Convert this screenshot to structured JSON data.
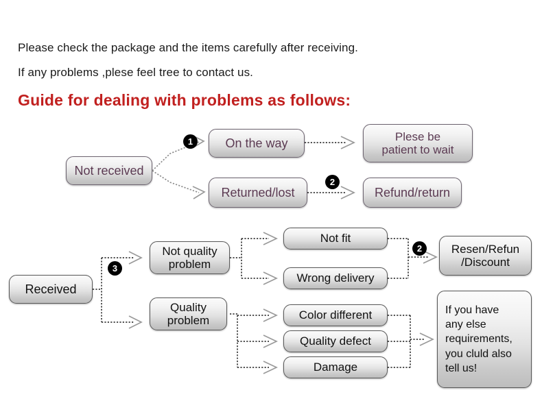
{
  "intro": {
    "line1": "Please check the package and the items carefully after receiving.",
    "line2": "If any problems ,plese feel tree to contact us.",
    "heading": "Guide for dealing with problems as follows:"
  },
  "colors": {
    "heading_red": "#c1201f",
    "node_text_purple": "#5b3a52",
    "node_text_black": "#111111",
    "node_border": "#6d6470",
    "badge_fill": "#000000",
    "connector": "#3b3b3b"
  },
  "flow_top": {
    "source": {
      "label": "Not received"
    },
    "branches": [
      {
        "badge": "1",
        "condition": "On the way",
        "outcome_line1": "Plese be",
        "outcome_line2": "patient to wait"
      },
      {
        "badge": "2",
        "condition": "Returned/lost",
        "outcome": "Refund/return"
      }
    ]
  },
  "flow_bottom": {
    "source": {
      "label": "Received"
    },
    "badge_split": "3",
    "badge_merge": "2",
    "categories": [
      {
        "label_line1": "Not quality",
        "label_line2": "problem"
      },
      {
        "label_line1": "Quality",
        "label_line2": "problem"
      }
    ],
    "issues_not_quality": [
      {
        "label": "Not fit"
      },
      {
        "label": "Wrong delivery"
      }
    ],
    "issues_quality": [
      {
        "label": "Color different"
      },
      {
        "label": "Quality defect"
      },
      {
        "label": "Damage"
      }
    ],
    "outcomes": [
      {
        "line1": "Resen/Refun",
        "line2": "/Discount"
      }
    ],
    "note": {
      "line1": "If you have",
      "line2": "any else",
      "line3": "requirements,",
      "line4": "you cluld also",
      "line5": "tell us!"
    }
  }
}
